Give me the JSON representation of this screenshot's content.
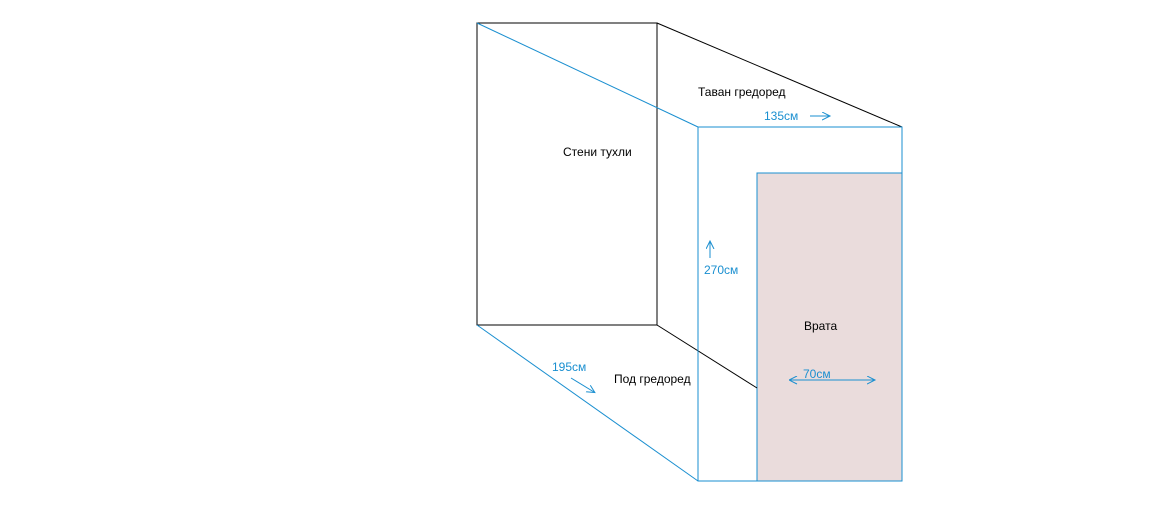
{
  "labels": {
    "walls": "Стени тухли",
    "ceiling": "Таван гредоред",
    "floor": "Под гредоред",
    "door": "Врата"
  },
  "dimensions": {
    "width": "135см",
    "height": "270см",
    "depth": "195см",
    "door_width": "70см"
  },
  "colors": {
    "outline_black": "#000000",
    "outline_blue": "#1a8fd0",
    "door_fill": "#eadcdc",
    "background": "#ffffff"
  }
}
